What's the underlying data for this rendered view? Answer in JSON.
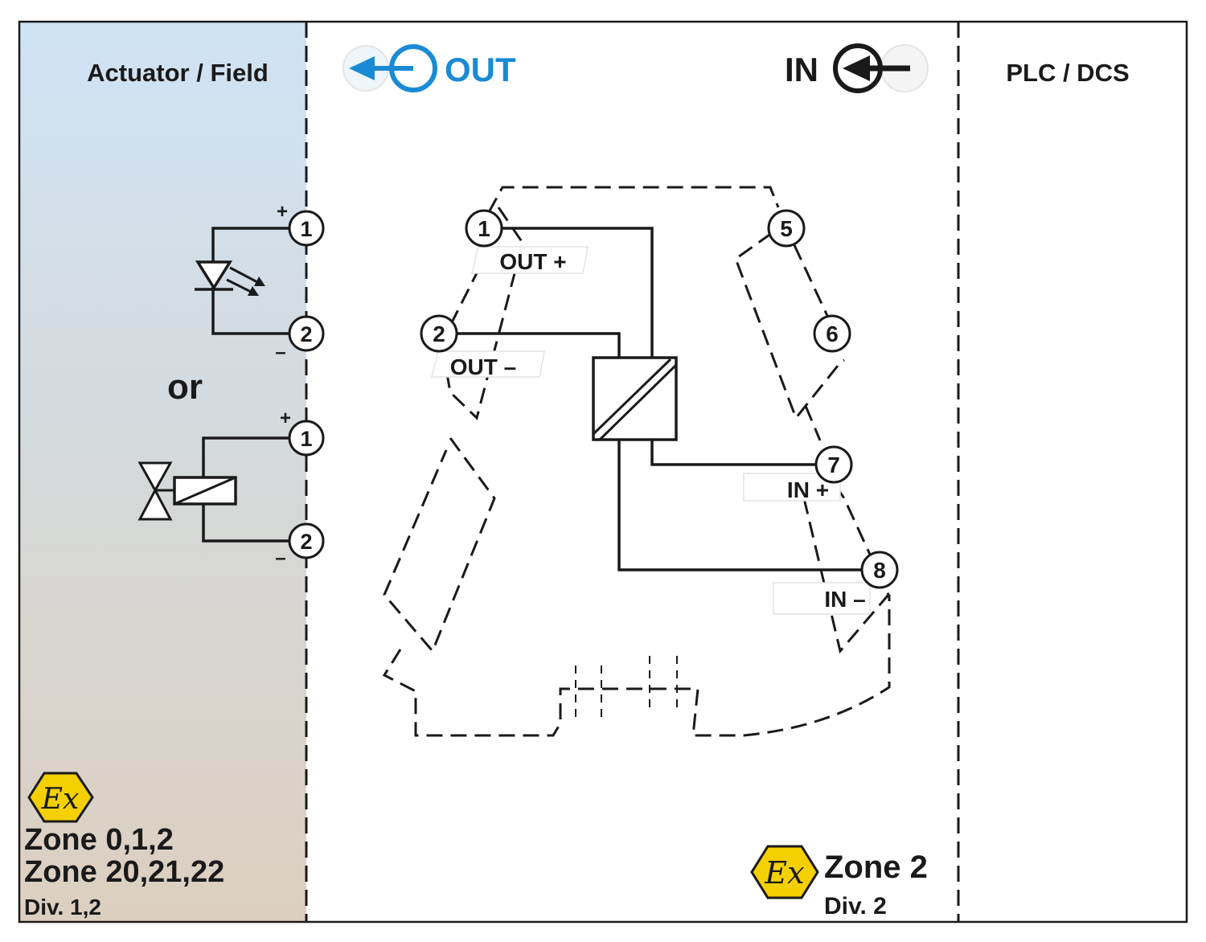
{
  "header": {
    "left_title": "Actuator / Field",
    "right_title": "PLC / DCS",
    "out_label": "OUT",
    "in_label": "IN"
  },
  "field": {
    "or_label": "or",
    "plus": "+",
    "minus": "–",
    "terminals": [
      "1",
      "2",
      "1",
      "2"
    ]
  },
  "module": {
    "terminals": [
      "1",
      "2",
      "5",
      "6",
      "7",
      "8"
    ],
    "labels": {
      "out_plus": "OUT +",
      "out_minus": "OUT –",
      "in_plus": "IN +",
      "in_minus": "IN –"
    }
  },
  "zones": {
    "hazardous": [
      "Zone 0,1,2",
      "Zone 20,21,22",
      "Div. 1,2"
    ],
    "safe": [
      "Zone 2",
      "Div. 2"
    ],
    "ex_logo": "Ex"
  },
  "colors": {
    "accent_blue": "#1a8ad4",
    "ex_yellow": "#f5d000",
    "field_gradient_top": "#cfe3f5",
    "field_gradient_bottom": "#dccfbf"
  }
}
